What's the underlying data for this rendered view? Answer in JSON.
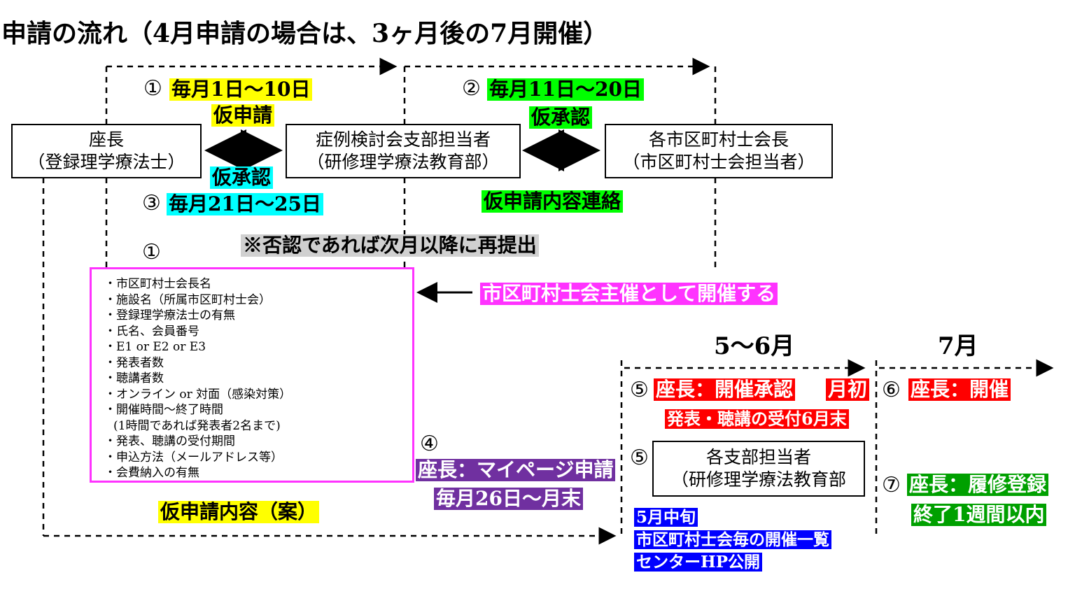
{
  "title": "申請の流れ（4月申請の場合は、3ヶ月後の7月開催）",
  "boxes": {
    "chair_line1": "座長",
    "chair_line2": "（登録理学療法士）",
    "branch_line1": "症例検討会支部担当者",
    "branch_line2": "（研修理学療法教育部）",
    "city_line1": "各市区町村士会長",
    "city_line2": "（市区町村士会担当者）",
    "dept_line1": "各支部担当者",
    "dept_line2": "（研修理学療法教育部"
  },
  "steps": {
    "s1_num": "①",
    "s1_date": "毎月1日～10日",
    "s1_label": "仮申請",
    "s2_num": "②",
    "s2_date": "毎月11日～20日",
    "s2_label": "仮承認",
    "s3_num": "③",
    "s3_date": "毎月21日～25日",
    "s3_label": "仮承認",
    "city_contact": "仮申請内容連絡",
    "reject_note": "※否認であれば次月以降に再提出",
    "list_num": "①",
    "host_note": "市区町村士会主催として開催する",
    "draft_label": "仮申請内容（案）",
    "s4_num": "④",
    "s4_label": "座長：マイページ申請",
    "s4_date": "毎月26日～月末",
    "month_56": "5～6月",
    "month_7": "7月",
    "s5_num": "⑤",
    "s5_label": "座長：開催承認",
    "s5_tag": "月初",
    "s5_sub": "発表・聴講の受付6月末",
    "s5b_num": "⑤",
    "mid_may": "5月中旬",
    "list_public": "市区町村士会毎の開催一覧",
    "hp_public": "センターHP公開",
    "s6_num": "⑥",
    "s6_label": "座長：開催",
    "s7_num": "⑦",
    "s7_label": "座長：履修登録",
    "s7_sub": "終了1週間以内"
  },
  "application_items": [
    "市区町村士会長名",
    "施設名（所属市区町村士会）",
    "登録理学療法士の有無",
    "氏名、会員番号",
    "E1 or E2 or E3",
    "発表者数",
    "聴講者数",
    "オンライン or 対面（感染対策）",
    "開催時間～終了時間",
    "(1時間であれば発表者2名まで)",
    "発表、聴講の受付期間",
    "申込方法（メールアドレス等）",
    "会費納入の有無"
  ],
  "colors": {
    "yellow": "#ffff00",
    "green": "#00ff00",
    "cyan": "#00ffff",
    "magenta": "#ff33ff",
    "red": "#ff0000",
    "purple": "#7030a0",
    "blue": "#0000ff",
    "dark_green": "#00a000"
  }
}
